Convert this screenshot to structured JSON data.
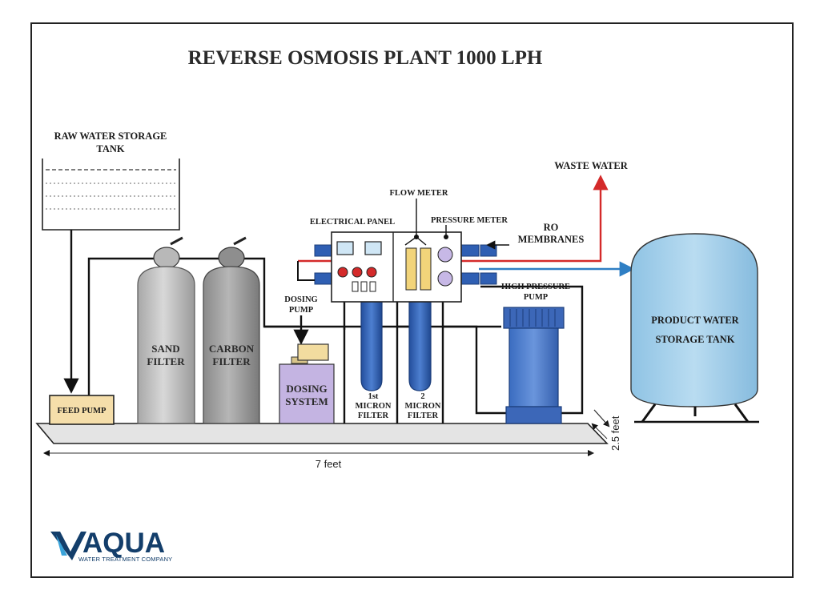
{
  "title": "REVERSE OSMOSIS PLANT 1000 LPH",
  "labels": {
    "raw_tank_1": "RAW WATER STORAGE",
    "raw_tank_2": "TANK",
    "feed_pump": "FEED PUMP",
    "sand_1": "SAND",
    "sand_2": "FILTER",
    "carbon_1": "CARBON",
    "carbon_2": "FILTER",
    "dosing_pump_1": "DOSING",
    "dosing_pump_2": "PUMP",
    "dosing_system_1": "DOSING",
    "dosing_system_2": "SYSTEM",
    "micron1_1": "1st",
    "micron1_2": "MICRON",
    "micron1_3": "FILTER",
    "micron2_1": "2",
    "micron2_2": "MICRON",
    "micron2_3": "FILTER",
    "electrical_panel": "ELECTRICAL PANEL",
    "flow_meter": "FLOW METER",
    "pressure_meter": "PRESSURE METER",
    "ro_1": "RO",
    "ro_2": "MEMBRANES",
    "hp_pump_1": "HIGH PRESSURE",
    "hp_pump_2": "PUMP",
    "waste_water": "WASTE WATER",
    "product_1": "PRODUCT WATER",
    "product_2": "STORAGE TANK"
  },
  "dimensions": {
    "length": "7 feet",
    "height": "2.5 feet"
  },
  "logo": {
    "name": "AQUA",
    "tagline": "WATER TREATMENT COMPANY"
  },
  "colors": {
    "waste_line": "#d42a2a",
    "product_line": "#2f7fc4",
    "tank_blue": "#a9d3ec",
    "filter_blue": "#2f5fb3",
    "feed_pump": "#f5deaa",
    "dosing_system": "#c4b4e2"
  }
}
